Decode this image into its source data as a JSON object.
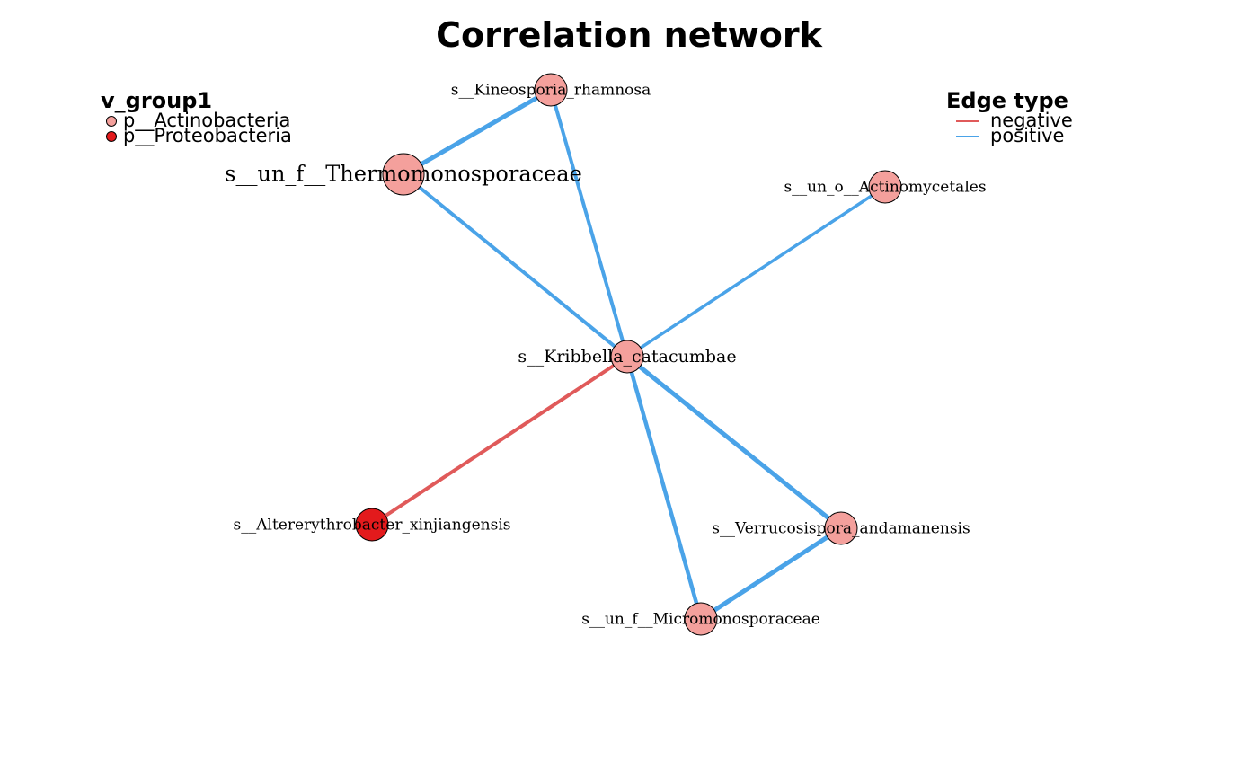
{
  "title": "Correlation network",
  "group_legend": {
    "title": "v_group1",
    "items": [
      {
        "label": "p__Actinobacteria",
        "color": "#F4A09C"
      },
      {
        "label": "p__Proteobacteria",
        "color": "#E31A1C"
      }
    ]
  },
  "edge_legend": {
    "title": "Edge type",
    "items": [
      {
        "label": "negative",
        "color": "#E05A5A"
      },
      {
        "label": "positive",
        "color": "#4AA3E8"
      }
    ]
  },
  "nodes": [
    {
      "id": "kineosporia",
      "label": "s__Kineosporia_rhamnosa",
      "group": "p__Actinobacteria"
    },
    {
      "id": "thermomonosporaceae",
      "label": "s__un_f__Thermomonosporaceae",
      "group": "p__Actinobacteria"
    },
    {
      "id": "actinomycetales",
      "label": "s__un_o__Actinomycetales",
      "group": "p__Actinobacteria"
    },
    {
      "id": "kribbella",
      "label": "s__Kribbella_catacumbae",
      "group": "p__Actinobacteria"
    },
    {
      "id": "altererythrobacter",
      "label": "s__Altererythrobacter_xinjiangensis",
      "group": "p__Proteobacteria"
    },
    {
      "id": "verrucosispora",
      "label": "s__Verrucosispora_andamanensis",
      "group": "p__Actinobacteria"
    },
    {
      "id": "micromonosporaceae",
      "label": "s__un_f__Micromonosporaceae",
      "group": "p__Actinobacteria"
    }
  ],
  "edges": [
    {
      "source": "thermomonosporaceae",
      "target": "kineosporia",
      "type": "positive"
    },
    {
      "source": "thermomonosporaceae",
      "target": "kribbella",
      "type": "positive"
    },
    {
      "source": "kineosporia",
      "target": "kribbella",
      "type": "positive"
    },
    {
      "source": "actinomycetales",
      "target": "kribbella",
      "type": "positive"
    },
    {
      "source": "kribbella",
      "target": "altererythrobacter",
      "type": "negative"
    },
    {
      "source": "kribbella",
      "target": "verrucosispora",
      "type": "positive"
    },
    {
      "source": "kribbella",
      "target": "micromonosporaceae",
      "type": "positive"
    },
    {
      "source": "verrucosispora",
      "target": "micromonosporaceae",
      "type": "positive"
    }
  ]
}
